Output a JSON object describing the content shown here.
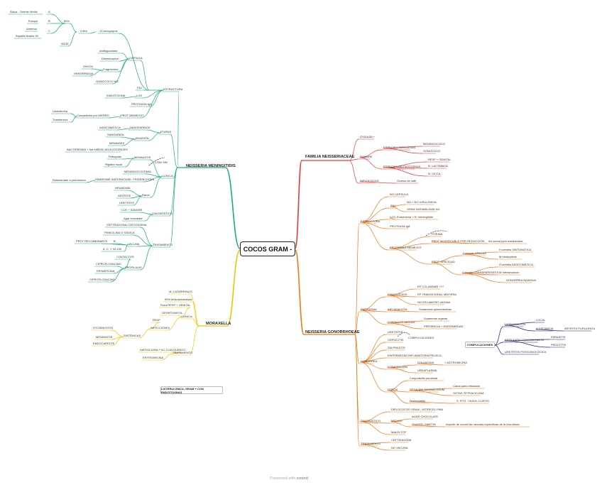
{
  "title": "COCOS GRAM -",
  "footer": {
    "prefix": "Presented with",
    "brand": "xmind"
  },
  "note": "LISTERIA ÚNICA, GRAM + CON ENDOTOXINAS",
  "complications_box": "COMPLICACIONES",
  "colors": {
    "neisseria_men": "#1aae70",
    "moraxella": "#f2c200",
    "familia": "#e53935",
    "gonorrhoeae": "#f07a1a",
    "complications": "#1a237e"
  },
  "branches": {
    "neisseria_meningitidis": {
      "label": "NEISSERIA MENINGITIDIS",
      "africa": "África - Oriente Medio",
      "europa": "Europa",
      "america": "América",
      "espana": "España finales 90",
      "letter_a": "A",
      "letter_b": "B",
      "letter_c": "C",
      "pct": "80%",
      "w135": "W135",
      "four_plus": "4 ffes",
      "serogroups": "13 serogrupos",
      "estructura": "ESTRUCTURA",
      "capsula": "CÁPSULA",
      "antifago": "Antifagocitaria",
      "diseminacion": "Diseminación",
      "fragmentos": "Fragmentos",
      "shock": "SHOCK",
      "hemorragia": "HEMORRAGIA",
      "gonococo": "GONOCOCO NO",
      "pili": "PILI",
      "los": "LOS",
      "endotoxina": "ENDOTOXINA",
      "proteasa": "PROTEASA IgA",
      "prot_memb": "PROT MEMB EXT",
      "competicion": "Competición por HIERRO",
      "lactoferrina": "Lactoferrina",
      "transferrina": "Transferrina",
      "etapas": "ETAPAS",
      "asintomatica": "ASINTOMÁTICA",
      "nasofaringe": "NASOFARINGE",
      "sanguinea": "SANGUÍNEA",
      "invasion": "INVASIÓN",
      "meninges": "MENINGES",
      "bacteriemia": "BACTERIEMIA + 5ss NIÑOS/ ADOLESCENTES",
      "meningitis": "MENINGITIS",
      "petequias": "Petequias",
      "rigidez": "Rigidez nucal",
      "clinica": "CLÍNICA",
      "meningococemia": "MENINGOCOCEMIA",
      "sindrome": "SÍNDROME WATERHOUSE- FRIDERICHSEN",
      "relacionado": "Relacionado a pneumonía",
      "neumonia": "NEUMONÍA",
      "artritis": "ARTRITIS",
      "raros": "Raros",
      "uretritis": "URETRITIS",
      "con_sin": "CON/ SIN",
      "diagnostico": "DIAGNÓSTICO",
      "lcr_sangre": "LCR + SANGRE",
      "aglut": "Agar chocolate",
      "tratamiento": "TRATAMIENTO",
      "cef": "CEFTRIAXONA/ CEFOTAXIMA",
      "penicilina": "PENICILINA G SÓDICA",
      "vacuna": "VACUNA",
      "prot_recomb": "PROT RECOMBINANTE",
      "b": "B",
      "acyw": "A, C, Y, W-135",
      "profilaxis": "PROFILAXIS",
      "contactos": "CONTACTOS",
      "cipro_a": "CIPROFLOXACINO",
      "rifampicina": "RIFAMPICINA",
      "cipro_b": "CIPROFLOXACINO"
    },
    "moraxella": {
      "label": "MORAXELLA",
      "catarrhalis": "M. CATARRHALIS",
      "betalact": "90% beta-lactamasas",
      "clinica": "CLÍNICA",
      "flora": "Flora RESP + GENITAL",
      "oportunista": "OPORTUNISTA",
      "infecciones": "INFECCIONES",
      "resp": "RESP",
      "otitis": "OTOSINUSITIS",
      "sistemicas": "SISTÉMICAS",
      "meningitis": "MENINGITIS",
      "endocarditis": "ENDOCARDITIS",
      "tratamiento": "TRATAMIENTO",
      "amoxi": "AMOXICILINA + AC CLAVULÁNICO",
      "eritromicina": "ERITROMICINA"
    },
    "familia": {
      "label": "FAMILIA NEISSERIACEAE",
      "oxidasa": "OXIDASA +",
      "hombre": "HOMBRE",
      "patogenas": "ESPECIES PATÓGENAS",
      "meningococo": "MENINGOCOCO",
      "gonococo": "GONOCOCO",
      "no_patogenas": "ESPECIES NO PATÓGENAS",
      "resp_genital": "RESP + GENITAL",
      "lactamica": "N. LACTAMICA",
      "sicca": "N. SICCA",
      "diplococos": "DIPLOCOCOS",
      "granos": "Granos de café"
    },
    "gonorrhoeae": {
      "label": "NEISSERIA GONORRHOEAE",
      "estructura": "ESTRUCTURA",
      "no_capsula": "NO CÁPSULA",
      "pili": "PILI",
      "no_virulencia": "NO = NO VIRULENCIA",
      "gran_var": "GRAN VARIABILIDAD AG",
      "los": "LOS",
      "endotoxina": "Endotoxina + N. meningitidis",
      "proteasa": "PROTEASA IgA",
      "proteinas": "PROTEÍNAS MEMB EXT",
      "porina": "PORINA",
      "prot_modif": "PROT MODIFICABLE POR REDUCCIÓN",
      "protege": "Ab contra ppm bactericidas",
      "prot_opacidad": "PROT OPACIDAD",
      "colonias_opacas": "Colonias OPACAS",
      "h_sint": "H uretritis SINTOMÁTICA",
      "m_asint": "M intraepitelio",
      "colonias_trans": "Colonias TRANSPARENTES",
      "h_asint": "H uretritis ASINTOMÁTICA",
      "m_menstr": "M menstruación",
      "gon_inv": "GONORREA INVASIVA",
      "patogenia": "PATOGENIA",
      "endocitosis": "ENDOCITOSIS",
      "ep_col": "EP COLUMNAR ???",
      "ep_trans": "EP TRANSICIONAL MAYORÍA",
      "no_esc": "NO ESCAMOSO VAGINA",
      "inflamacion": "INFLAMACIÓN",
      "sust": "Sustancias quimiotácticas",
      "contacto": "CONTACTO SEXUAL",
      "sol_ingesta": "Solamente ingesta",
      "presencia": "PRESENCIA + ENFERMEDAD",
      "gonorrea": "GONORREA",
      "uretritis": "URETRITIS",
      "cervicitis": "CERVICITIS",
      "salpingitis": "SALPINGITIS",
      "complicaciones": "COMPLICACIONES",
      "epi": "ENFERMEDAD INFLAMATORIA PÉLVICA",
      "coinfeccion": "COINFECCIÓN",
      "clamidia": "CHLAMYDIA",
      "azitro": "+ AZITROMICINA",
      "ureaplasma": "UREAPLASMA",
      "otros": "OTROS",
      "conj": "Conjuntivitis purulenta",
      "oftalmia": "OFTALMÍA NEONATORUM",
      "canal": "Canal parto infectado",
      "gotas": "GOTAS TETRACICLINA",
      "perihep": "Perihepatitis",
      "fitz": "S. FITZ - HUGH- CURTIS",
      "diagnostico": "DIAGNÓSTICO",
      "diplococos": "DIPLOCOCOS GRAM - INTERCEL PMN",
      "medios": "MEDIOS",
      "agar": "AGAR CHOCOLATE",
      "thayer": "THAYER- MARTIN",
      "thayer_note": "Impedir de crecer las mezclas específicas de la microbiota",
      "malditof": "MALDI-TOF",
      "tratamiento": "TRATAMIENTO",
      "ceftriaxona": "CEFTRIAXONA",
      "no_vacuna": "NO VACUNA"
    },
    "complications": {
      "diseminacion": "DISEMINACIÓN",
      "local": "LOCAL",
      "a_distancia": "A DISTANCIA",
      "artritis": "ARTRITIS PURULENTA",
      "parasitis": "PARASITIS",
      "concomitante": "INFECCIÓN CONCOMITANTE",
      "proctitis": "PROCTITIS",
      "uretritis_post": "URETRITIS POSGONOCÓCICA"
    }
  }
}
